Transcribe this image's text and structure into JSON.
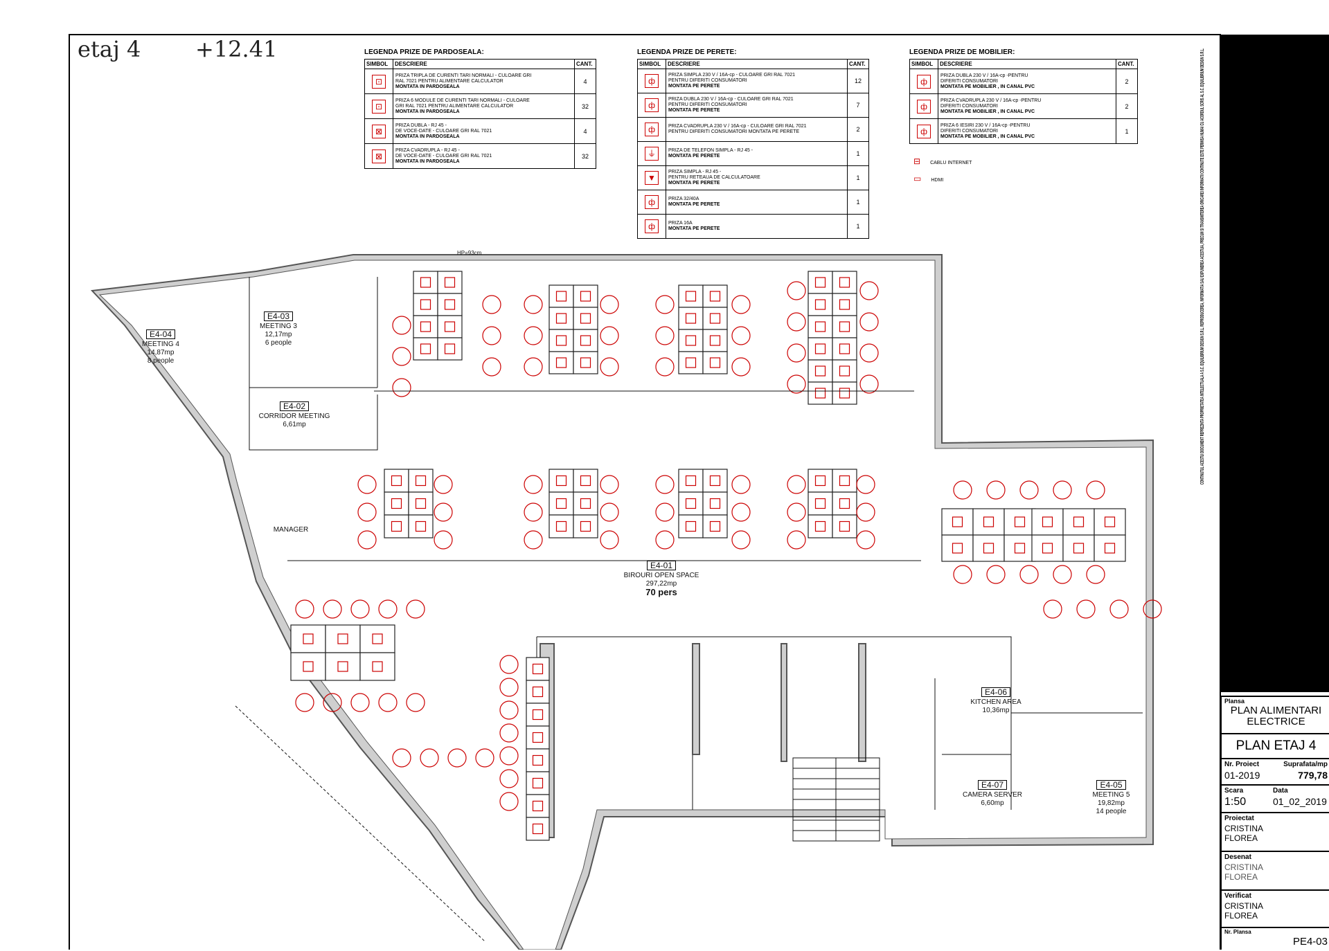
{
  "header": {
    "floor": "etaj 4",
    "elevation": "+12.41"
  },
  "legends": [
    {
      "title": "LEGENDA PRIZE DE PARDOSEALA:",
      "col_symbol": "SIMBOL",
      "col_desc": "DESCRIERE",
      "col_qty": "CANT.",
      "rows": [
        {
          "icon": "floor-socket-icon",
          "l1": "PRIZA TRIPLA DE CURENTI TARI NORMALI - CULOARE GRI",
          "l2": "RAL 7021 PENTRU ALIMENTARE CALCULATOR",
          "l3": "MONTATA IN PARDOSEALA",
          "qty": "4"
        },
        {
          "icon": "floor-socket-icon",
          "l1": "PRIZA 6 MODULE DE CURENTI TARI NORMALI - CULOARE",
          "l2": "GRI RAL 7021 PENTRU ALIMENTARE CALCULATOR",
          "l3": "MONTATA IN PARDOSEALA",
          "qty": "32"
        },
        {
          "icon": "floor-data-socket-icon",
          "l1": "PRIZA DUBLA - RJ 45 -",
          "l2": "DE VOCE-DATE - CULOARE GRI RAL 7021",
          "l3": "MONTATA IN PARDOSEALA",
          "qty": "4"
        },
        {
          "icon": "floor-data-socket-icon",
          "l1": "PRIZA CVADRUPLA - RJ 45 -",
          "l2": "DE VOCE-DATE - CULOARE GRI RAL 7021",
          "l3": "MONTATA IN PARDOSEALA",
          "qty": "32"
        }
      ]
    },
    {
      "title": "LEGENDA PRIZE DE PERETE:",
      "col_symbol": "SIMBOL",
      "col_desc": "DESCRIERE",
      "col_qty": "CANT.",
      "rows": [
        {
          "icon": "wall-socket-icon",
          "l1": "PRIZA SIMPLA 230 V / 16A-cp - CULOARE GRI RAL 7021",
          "l2": "PENTRU DIFERITI CONSUMATORI",
          "l3": "MONTATA PE PERETE",
          "qty": "12"
        },
        {
          "icon": "wall-socket-icon",
          "l1": "PRIZA DUBLA 230 V / 16A-cp - CULOARE GRI RAL 7021",
          "l2": "PENTRU DIFERITI CONSUMATORI",
          "l3": "MONTATA PE PERETE",
          "qty": "7"
        },
        {
          "icon": "wall-socket-icon",
          "l1": "PRIZA CVADRUPLA 230 V / 16A-cp - CULOARE GRI RAL 7021",
          "l2": "PENTRU DIFERITI CONSUMATORI  MONTATA PE PERETE",
          "l3": "",
          "qty": "2"
        },
        {
          "icon": "phone-socket-icon",
          "l1": "PRIZA DE TELEFON  SIMPLA - RJ 45 -",
          "l2": "MONTATA PE PERETE",
          "l3": "",
          "qty": "1"
        },
        {
          "icon": "network-socket-icon",
          "l1": "PRIZA SIMPLA - RJ 45 -",
          "l2": "PENTRU RETEAUA DE CALCULATOARE",
          "l3": "MONTATA PE PERETE",
          "qty": "1"
        },
        {
          "icon": "power-socket-icon",
          "l1": "PRIZA 32/40A",
          "l2": "MONTATA PE PERETE",
          "l3": "",
          "qty": "1"
        },
        {
          "icon": "power-socket-icon",
          "l1": "PRIZA 16A",
          "l2": "MONTATA PE PERETE",
          "l3": "",
          "qty": "1"
        }
      ]
    },
    {
      "title": "LEGENDA PRIZE DE MOBILIER:",
      "col_symbol": "SIMBOL",
      "col_desc": "DESCRIERE",
      "col_qty": "CANT.",
      "rows": [
        {
          "icon": "furniture-socket-icon",
          "l1": "PRIZA DUBLA 230 V / 16A-cp -PENTRU",
          "l2": "DIFERITI CONSUMATORI",
          "l3": "MONTATA PE MOBILIER , IN CANAL PVC",
          "qty": "2"
        },
        {
          "icon": "furniture-socket-icon",
          "l1": "PRIZA CVADRUPLA 230 V / 16A-cp -PENTRU",
          "l2": "DIFERITI CONSUMATORI",
          "l3": "MONTATA PE MOBILIER , IN CANAL PVC",
          "qty": "2"
        },
        {
          "icon": "furniture-socket-icon",
          "l1": "PRIZA 6 IESIRI 230 V / 16A-cp -PENTRU",
          "l2": "DIFERITI CONSUMATORI",
          "l3": "MONTATA PE MOBILIER , IN CANAL PVC",
          "qty": "1"
        }
      ],
      "extras": [
        {
          "icon": "internet-cable-icon",
          "label": "CABLU INTERNET"
        },
        {
          "icon": "hdmi-icon",
          "label": "HDMI"
        }
      ]
    }
  ],
  "rooms": [
    {
      "code": "E4-04",
      "name": "MEETING 4",
      "area": "14,87mp",
      "people": "8 people"
    },
    {
      "code": "E4-03",
      "name": "MEETING 3",
      "area": "12,17mp",
      "people": "6 people"
    },
    {
      "code": "E4-02",
      "name": "CORRIDOR MEETING",
      "area": "6,61mp",
      "people": ""
    },
    {
      "code": "E4-01",
      "name": "BIROURI OPEN SPACE",
      "area": "297,22mp",
      "people": "70 pers"
    },
    {
      "code": "E4-06",
      "name": "KITCHEN AREA",
      "area": "10,36mp",
      "people": ""
    },
    {
      "code": "E4-07",
      "name": "CAMERA SERVER",
      "area": "6,60mp",
      "people": ""
    },
    {
      "code": "E4-05",
      "name": "MEETING 5",
      "area": "19,82mp",
      "people": "14 people"
    }
  ],
  "misc_labels": {
    "manager": "MANAGER",
    "hp": "HP=93cm"
  },
  "vertical_note": "CONTINUTUL ACESTUI DOCUMENT REPREZINTA PROPRIETATEA INTELECTUALA A S.C. EQUILIBRIUM DESIGN S.R.L. REPRODUCEREA, INFORMATIA SAU EXPUNEREA ACESTUIA, PRECUM SI TRANSMITEREA ORICAREI INFORMATII CONTINUTE ESTE PERMISA NUMAI CU ACORDUL SCRIS AL S.C. EQUILIBRIUM DESIGN S.R.L.",
  "title_block": {
    "plansa_label": "Plansa",
    "plansa_value_1": "PLAN ALIMENTARI",
    "plansa_value_2": "ELECTRICE",
    "plan": "PLAN  ETAJ 4",
    "proiect_label": "Nr. Proiect",
    "proiect_value": "01-2019",
    "suprafata_label": "Suprafata/mp",
    "suprafata_value": "779,78",
    "scara_label": "Scara",
    "scara_value": "1:50",
    "data_label": "Data",
    "data_value": "01_02_2019",
    "proiectat_label": "Proiectat",
    "proiectat_1": "CRISTINA",
    "proiectat_2": "FLOREA",
    "desenat_label": "Desenat",
    "desenat_1": "CRISTINA",
    "desenat_2": "FLOREA",
    "verificat_label": "Verificat",
    "verificat_1": "CRISTINA",
    "verificat_2": "FLOREA",
    "nrplansa_label": "Nr. Plansa",
    "nrplansa_value": "PE4-03"
  }
}
